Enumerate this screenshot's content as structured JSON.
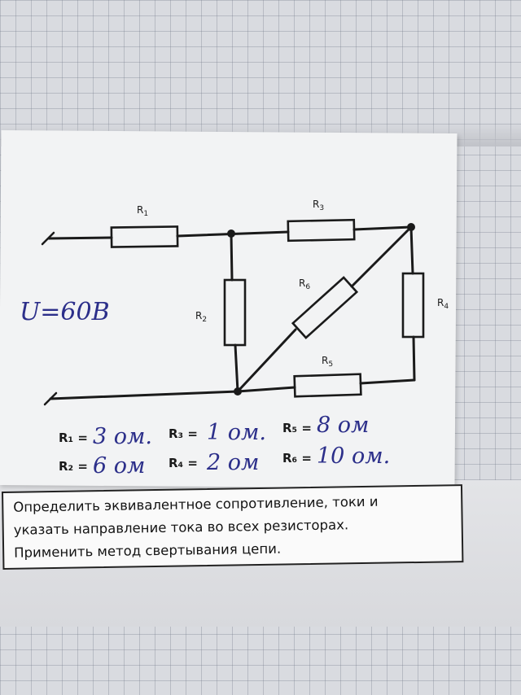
{
  "circuit": {
    "resistors": [
      {
        "id": "R1",
        "label": "R",
        "sub": "1"
      },
      {
        "id": "R2",
        "label": "R",
        "sub": "2"
      },
      {
        "id": "R3",
        "label": "R",
        "sub": "3"
      },
      {
        "id": "R4",
        "label": "R",
        "sub": "4"
      },
      {
        "id": "R5",
        "label": "R",
        "sub": "5"
      },
      {
        "id": "R6",
        "label": "R",
        "sub": "6"
      }
    ],
    "voltage": "U=60B"
  },
  "values": {
    "r1_label": "R₁ =",
    "r1_value": "3 oм.",
    "r2_label": "R₂ =",
    "r2_value": "6 oм",
    "r3_label": "R₃ =",
    "r3_value": "1 oм.",
    "r4_label": "R₄ =",
    "r4_value": "2 oм",
    "r5_label": "R₅ =",
    "r5_value": "8 oм",
    "r6_label": "R₆ =",
    "r6_value": "10 oм."
  },
  "task": {
    "line1": "Определить эквивалентное сопротивление, токи и",
    "line2": "указать направление  тока во всех резисторах.",
    "line3": "Применить метод свертывания цепи."
  }
}
